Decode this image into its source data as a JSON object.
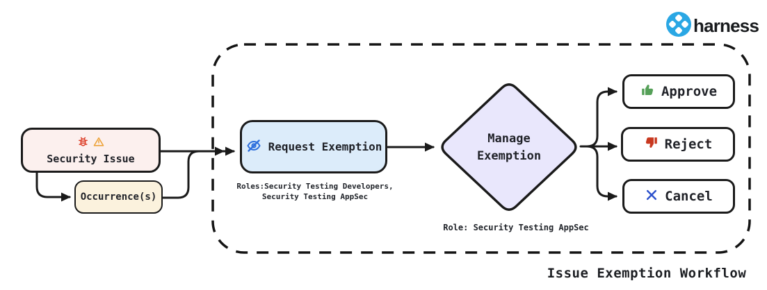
{
  "brand": {
    "name": "harness",
    "logo_icon": "harness-logo-icon",
    "logo_color": "#2aa7e4",
    "logo_text_color": "#191b1e"
  },
  "workflow": {
    "caption": "Issue Exemption Workflow",
    "boundary": "dashed-rounded-rectangle",
    "nodes": {
      "security_issue": {
        "label": "Security Issue",
        "icons": [
          "bug-icon",
          "warning-icon"
        ],
        "fill": "#fcf0ee"
      },
      "occurrence": {
        "label": "Occurrence(s)",
        "fill": "#fbf2dd"
      },
      "request_exemption": {
        "label": "Request Exemption",
        "icon": "eye-slash-icon",
        "fill": "#dcecfa",
        "roles_note": "Roles:Security Testing Developers,\nSecurity Testing AppSec"
      },
      "manage_exemption": {
        "label": "Manage\nExemption",
        "shape": "diamond",
        "fill": "#e9e7fc",
        "role_note": "Role: Security Testing AppSec"
      },
      "approve": {
        "label": "Approve",
        "icon": "thumbs-up-icon",
        "icon_color": "#55a058"
      },
      "reject": {
        "label": "Reject",
        "icon": "thumbs-down-icon",
        "icon_color": "#c8381f"
      },
      "cancel": {
        "label": "Cancel",
        "icon": "x-icon",
        "icon_color": "#2d52cc"
      }
    },
    "edges": [
      "security_issue -> occurrence",
      "security_issue -> request_exemption",
      "occurrence -> request_exemption",
      "request_exemption -> manage_exemption",
      "manage_exemption -> approve",
      "manage_exemption -> reject",
      "manage_exemption -> cancel"
    ]
  },
  "colors": {
    "border": "#1a1a1a",
    "bug": "#dd3f28",
    "warning": "#eda33a",
    "eye_slash": "#2e6fdd"
  }
}
